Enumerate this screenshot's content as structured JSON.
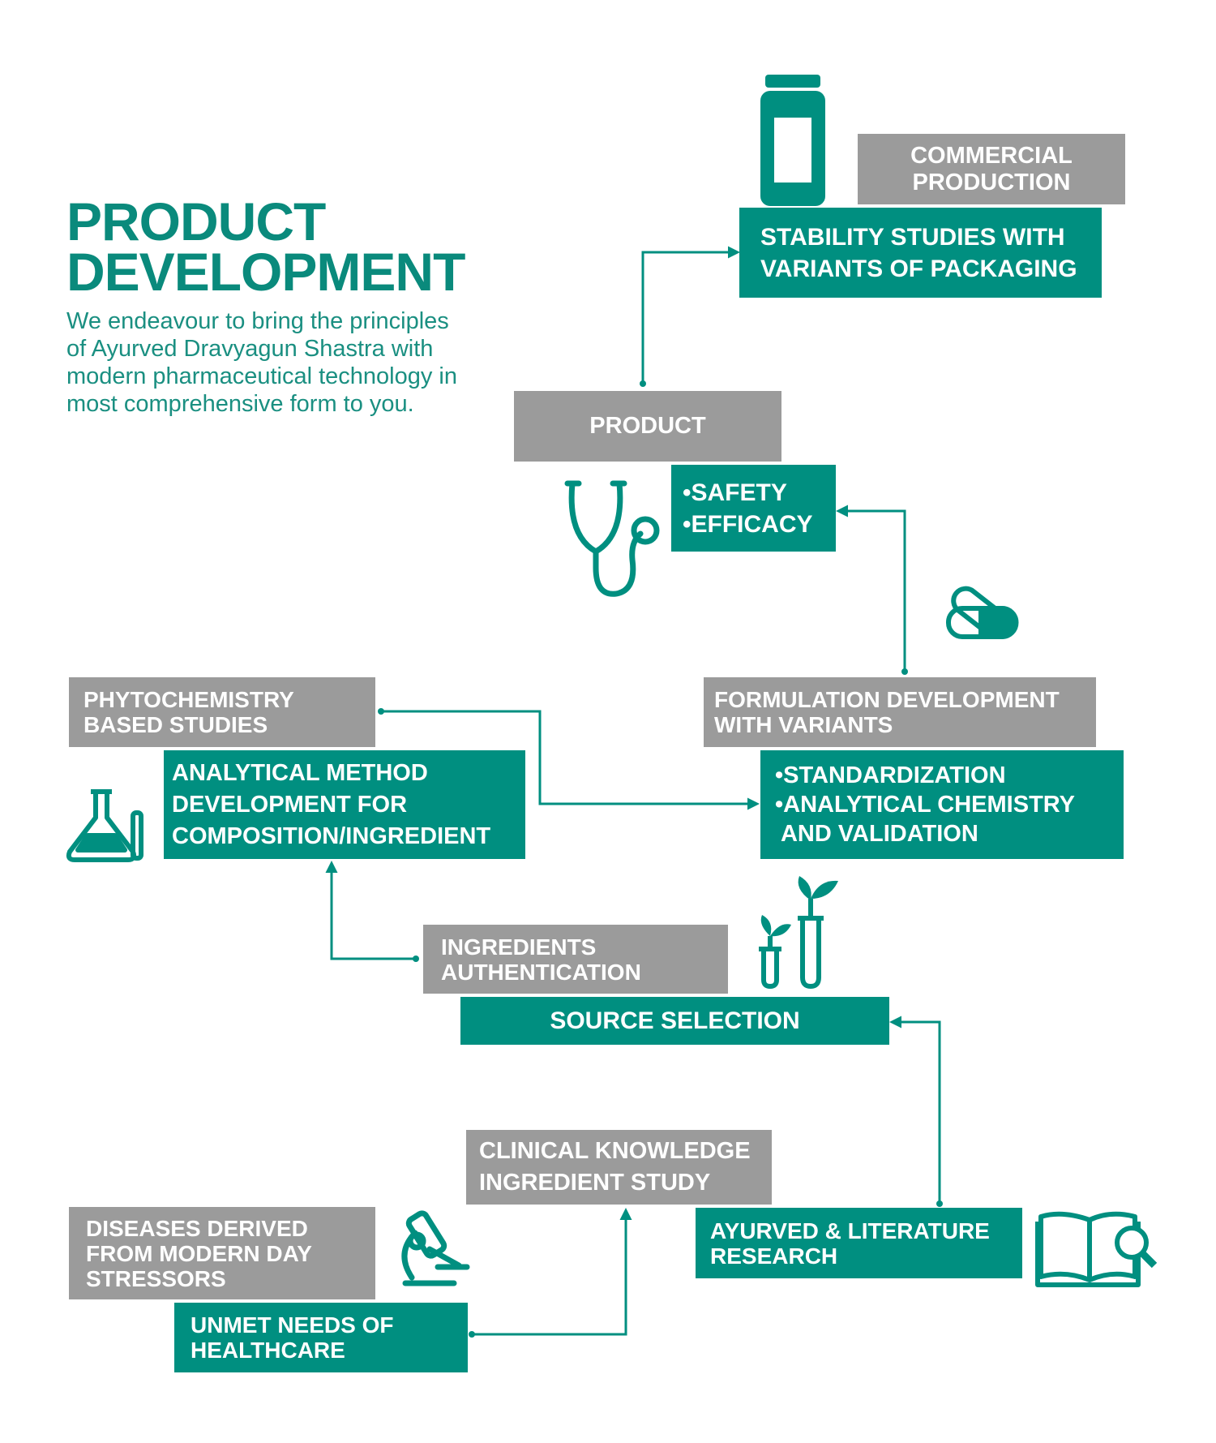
{
  "header": {
    "title_lines": [
      "PRODUCT",
      "DEVELOPMENT"
    ],
    "intro_lines": [
      "We endeavour to bring the principles",
      "of Ayurved Dravyagun Shastra with",
      "modern pharmaceutical technology in",
      "most comprehensive form to you."
    ]
  },
  "nodes": {
    "commercial_production": [
      "COMMERCIAL",
      "PRODUCTION"
    ],
    "stability_studies": [
      "STABILITY STUDIES WITH",
      "VARIANTS OF PACKAGING"
    ],
    "product": [
      "PRODUCT"
    ],
    "safety_efficacy": [
      "•SAFETY",
      "•EFFICACY"
    ],
    "formulation_development": [
      "FORMULATION DEVELOPMENT",
      "WITH VARIANTS"
    ],
    "standardization": [
      "•STANDARDIZATION",
      "•ANALYTICAL CHEMISTRY",
      " AND VALIDATION"
    ],
    "phytochemistry": [
      "PHYTOCHEMISTRY",
      "BASED STUDIES"
    ],
    "analytical_method": [
      "ANALYTICAL METHOD",
      "DEVELOPMENT FOR",
      "COMPOSITION/INGREDIENT"
    ],
    "ingredients_authentication": [
      "INGREDIENTS",
      "AUTHENTICATION"
    ],
    "source_selection": [
      "SOURCE SELECTION"
    ],
    "clinical_knowledge": [
      "CLINICAL KNOWLEDGE",
      "INGREDIENT STUDY"
    ],
    "ayurved_research": [
      "AYURVED & LITERATURE",
      "RESEARCH"
    ],
    "diseases_derived": [
      "DISEASES DERIVED",
      "FROM MODERN DAY",
      "STRESSORS"
    ],
    "unmet_needs": [
      "UNMET NEEDS OF",
      "HEALTHCARE"
    ]
  },
  "icons": [
    "bottle-icon",
    "stethoscope-icon",
    "capsule-icon",
    "flask-icon",
    "seedling-test-tubes-icon",
    "microscope-icon",
    "book-magnifier-icon"
  ],
  "colors": {
    "teal": "#008f80",
    "grey": "#9b9b9b",
    "title": "#0a8a7c"
  }
}
